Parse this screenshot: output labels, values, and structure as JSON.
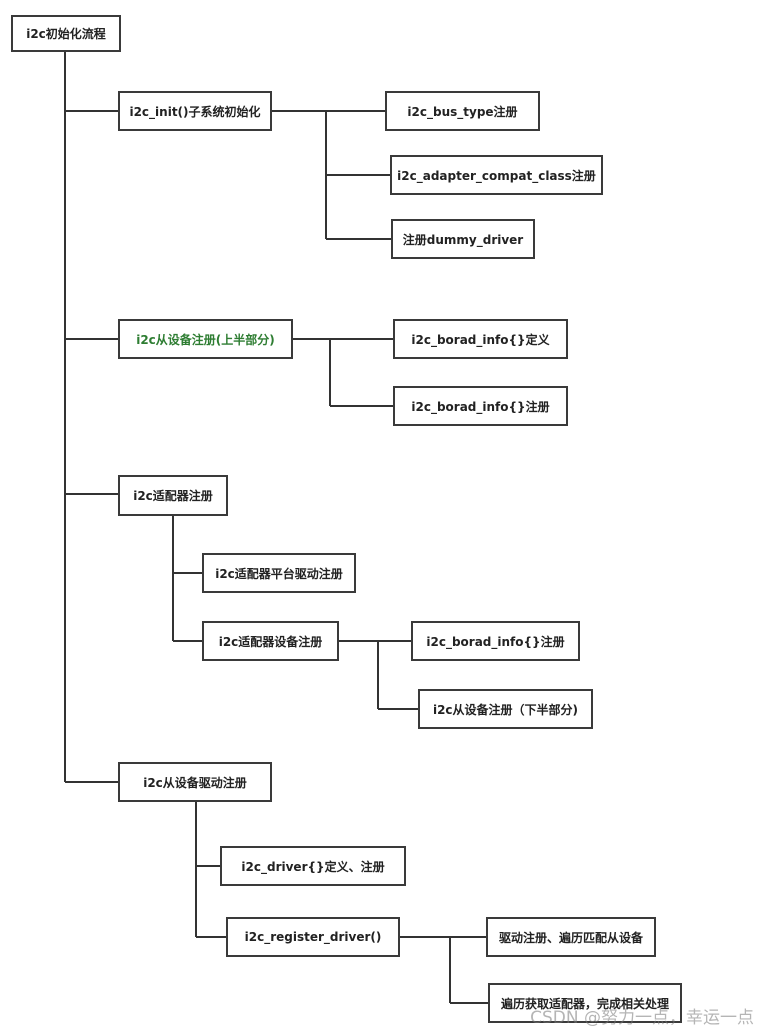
{
  "diagram": {
    "root": "i2c初始化流程",
    "nodes": {
      "init": "i2c_init()子系统初始化",
      "bus_type": "i2c_bus_type注册",
      "adapter_class": "i2c_adapter_compat_class注册",
      "dummy": "注册dummy_driver",
      "slave_upper": "i2c从设备注册(上半部分)",
      "board_info_def": "i2c_borad_info{}定义",
      "board_info_reg1": "i2c_borad_info{}注册",
      "adapter_reg": "i2c适配器注册",
      "adapter_platform": "i2c适配器平台驱动注册",
      "adapter_device": "i2c适配器设备注册",
      "board_info_reg2": "i2c_borad_info{}注册",
      "slave_lower": "i2c从设备注册（下半部分)",
      "slave_driver": "i2c从设备驱动注册",
      "driver_def": "i2c_driver{}定义、注册",
      "register_driver": "i2c_register_driver()",
      "drv_reg_match": "驱动注册、遍历匹配从设备",
      "iterate_adapters": "遍历获取适配器，完成相关处理"
    },
    "highlight_color": "#2e7d32"
  },
  "watermark": "CSDN @努力一点，幸运一点"
}
